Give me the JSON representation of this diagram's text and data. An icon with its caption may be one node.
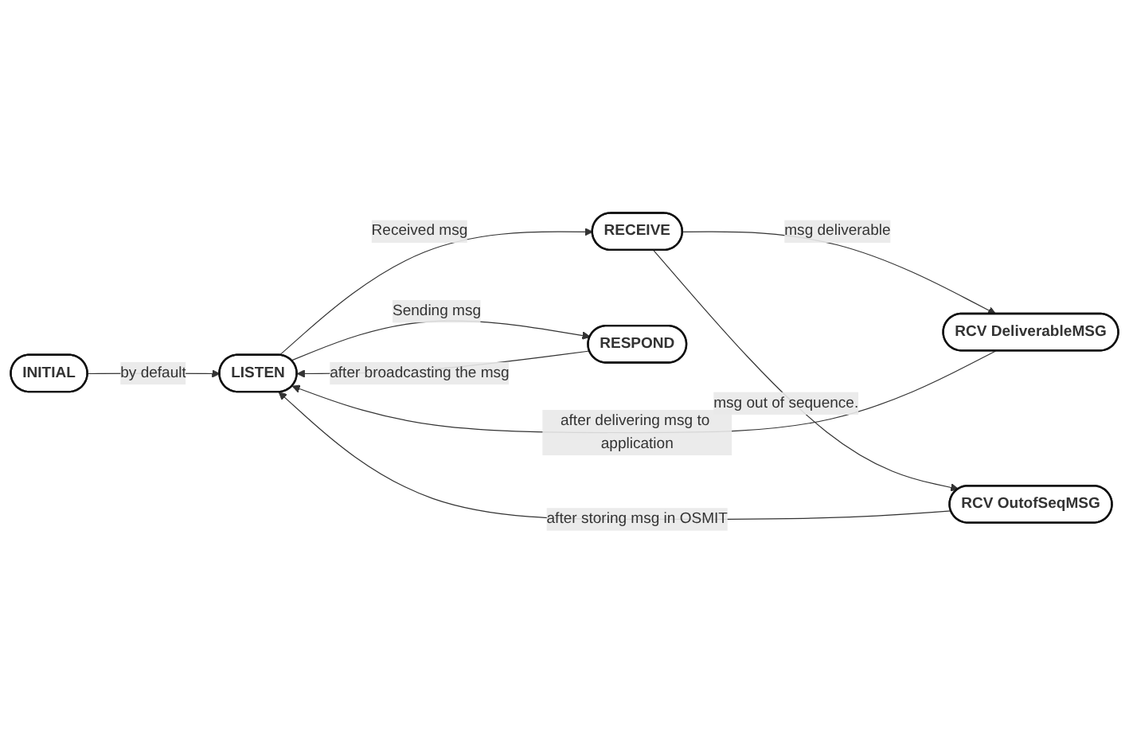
{
  "diagram": {
    "nodes": [
      {
        "text": [
          "INITIAL"
        ]
      },
      {
        "text": [
          "LISTEN"
        ]
      },
      {
        "text": [
          "RECEIVE"
        ]
      },
      {
        "text": [
          "RCV DeliverableMSG"
        ]
      },
      {
        "text": [
          "RCV OutofSeqMSG"
        ]
      },
      {
        "text": [
          "RESPOND"
        ]
      }
    ],
    "edges": [
      {
        "from": 0,
        "to": 1,
        "arrow": "to",
        "label": "by default"
      },
      {
        "from": 1,
        "to": 2,
        "arrow": "to",
        "label": "Received msg"
      },
      {
        "from": 2,
        "to": 3,
        "arrow": "to",
        "label": "msg deliverable"
      },
      {
        "from": 2,
        "to": 4,
        "arrow": "to",
        "label": "msg out of sequence."
      },
      {
        "from": 1,
        "to": 5,
        "arrow": "to",
        "label": "Sending msg"
      },
      {
        "from": 5,
        "to": 1,
        "arrow": "to",
        "label": "after broadcasting the msg"
      },
      {
        "from": 3,
        "to": 1,
        "arrow": "to",
        "label": "after delivering msg to application"
      },
      {
        "from": 4,
        "to": 1,
        "arrow": "to",
        "label": "after storing msg in OSMIT"
      }
    ]
  }
}
